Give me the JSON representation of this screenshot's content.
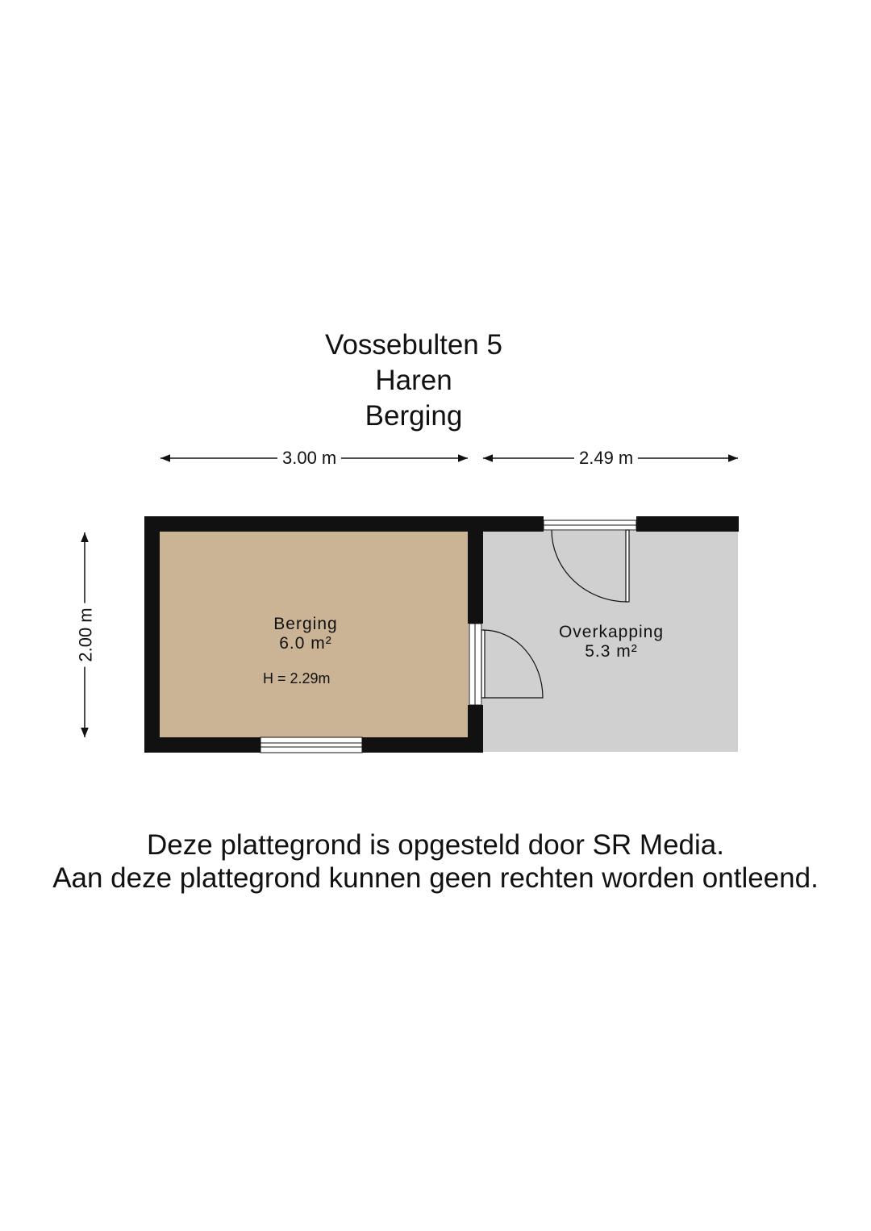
{
  "title": {
    "address": "Vossebulten 5",
    "city": "Haren",
    "floor": "Berging"
  },
  "dimensions": {
    "width_left": "3.00 m",
    "width_right": "2.49 m",
    "depth": "2.00 m"
  },
  "rooms": [
    {
      "name": "Berging",
      "area": "6.0 m²",
      "height": "H = 2.29m",
      "color": "#cbb395"
    },
    {
      "name": "Overkapping",
      "area": "5.3 m²",
      "color": "#d0d0d0"
    }
  ],
  "disclaimer": {
    "line1": "Deze plattegrond is opgesteld door SR Media.",
    "line2": "Aan deze plattegrond kunnen geen rechten worden ontleend."
  },
  "colors": {
    "wall": "#111111",
    "background": "#ffffff"
  }
}
